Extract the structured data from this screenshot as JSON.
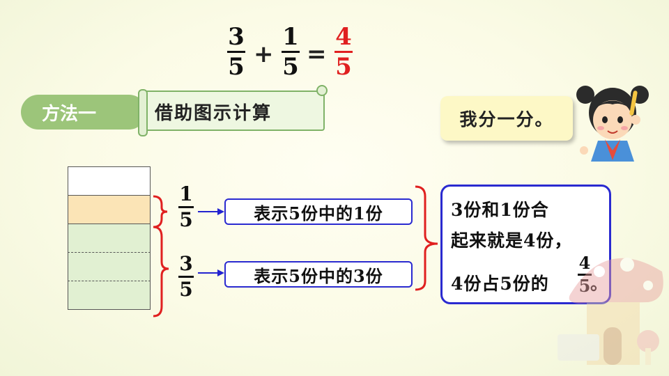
{
  "equation": {
    "a": {
      "num": "3",
      "den": "5"
    },
    "plus": "+",
    "b": {
      "num": "1",
      "den": "5"
    },
    "equals": "=",
    "result": {
      "num": "4",
      "den": "5"
    },
    "result_color": "#e02020"
  },
  "method": {
    "pill": "方法一",
    "title": "借助图示计算"
  },
  "speech": "我分一分。",
  "labels": {
    "top_frac": {
      "num": "1",
      "den": "5"
    },
    "top_text": "表示5份中的1份",
    "bottom_frac": {
      "num": "3",
      "den": "5"
    },
    "bottom_text": "表示5份中的3份"
  },
  "conclusion": {
    "line1": "3份和1份合",
    "line2": "起来就是4份，",
    "line3_prefix": "4份占5份的",
    "frac": {
      "num": "4",
      "den": "5"
    },
    "line3_suffix": "。"
  },
  "colors": {
    "arrow": "#2323d0",
    "brace": "#e02020",
    "pill": "#9cc57a",
    "tan_cell": "#fbe4b6",
    "green_cell": "#e1f0d2"
  }
}
